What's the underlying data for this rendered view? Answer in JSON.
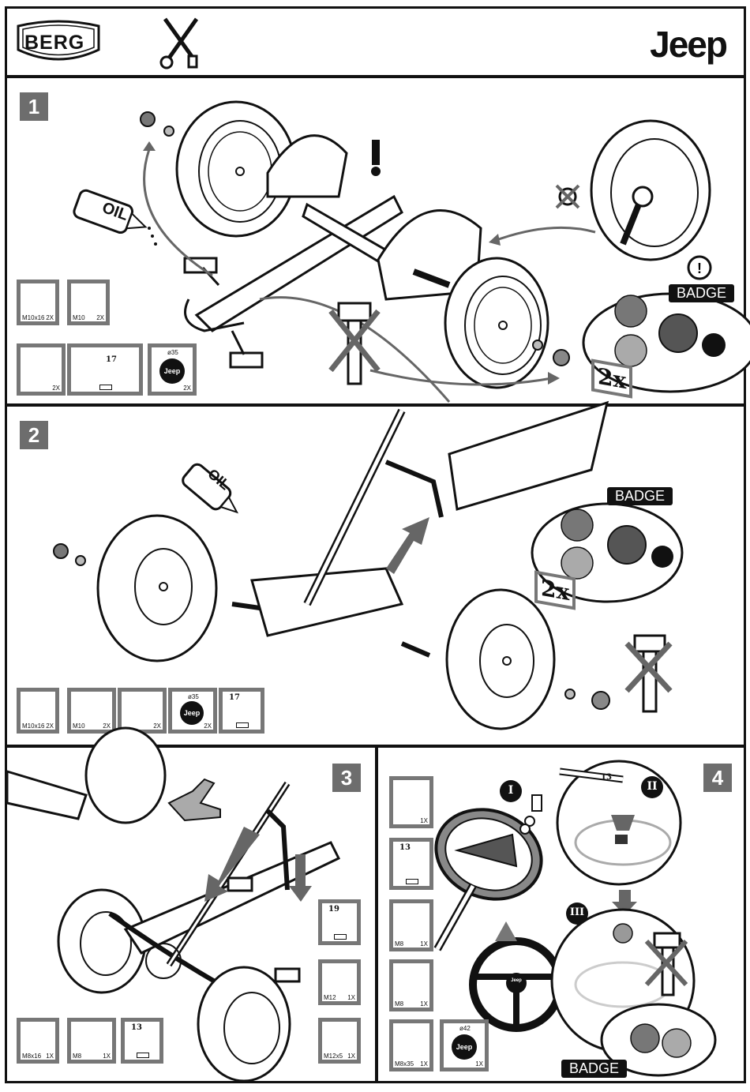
{
  "header": {
    "brand_logo": "BERG",
    "tools_icon": "tools-icon",
    "jeep_logo": "Jeep"
  },
  "steps": [
    {
      "number": "1",
      "oil_label": "OIL",
      "warning": "!",
      "badge_label": "BADGE",
      "multiplier": "2x",
      "parts": [
        {
          "size": "M10x16",
          "qty": "2X"
        },
        {
          "size": "M10",
          "qty": "2X"
        },
        {
          "size": "",
          "qty": "2X"
        },
        {
          "size": "17",
          "qty": ""
        },
        {
          "size": "ø35",
          "badge": "Jeep",
          "qty": "2X"
        }
      ]
    },
    {
      "number": "2",
      "oil_label": "OIL",
      "badge_label": "BADGE",
      "multiplier": "2x",
      "parts": [
        {
          "size": "M10x16",
          "qty": "2X"
        },
        {
          "size": "M10",
          "qty": "2X"
        },
        {
          "size": "",
          "qty": "2X"
        },
        {
          "size": "ø35",
          "badge": "Jeep",
          "qty": "2X"
        },
        {
          "size": "17",
          "qty": ""
        }
      ]
    },
    {
      "number": "3",
      "parts": [
        {
          "size": "M8x16",
          "qty": "1X"
        },
        {
          "size": "M8",
          "qty": "1X"
        },
        {
          "size": "13",
          "qty": ""
        },
        {
          "size": "19",
          "qty": ""
        },
        {
          "size": "M12",
          "qty": "1X"
        },
        {
          "size": "M12x5",
          "qty": "1X"
        }
      ]
    },
    {
      "number": "4",
      "roman": [
        "I",
        "II",
        "III"
      ],
      "wrench_size": "13",
      "badge_label": "BADGE",
      "center_badge": "Jeep",
      "parts": [
        {
          "size": "",
          "qty": "1X"
        },
        {
          "size": "13",
          "qty": ""
        },
        {
          "size": "M8",
          "qty": "1X"
        },
        {
          "size": "M8",
          "qty": "1X"
        },
        {
          "size": "M8x35",
          "qty": "1X"
        },
        {
          "size": "ø42",
          "badge": "Jeep",
          "qty": "1X"
        }
      ]
    }
  ]
}
